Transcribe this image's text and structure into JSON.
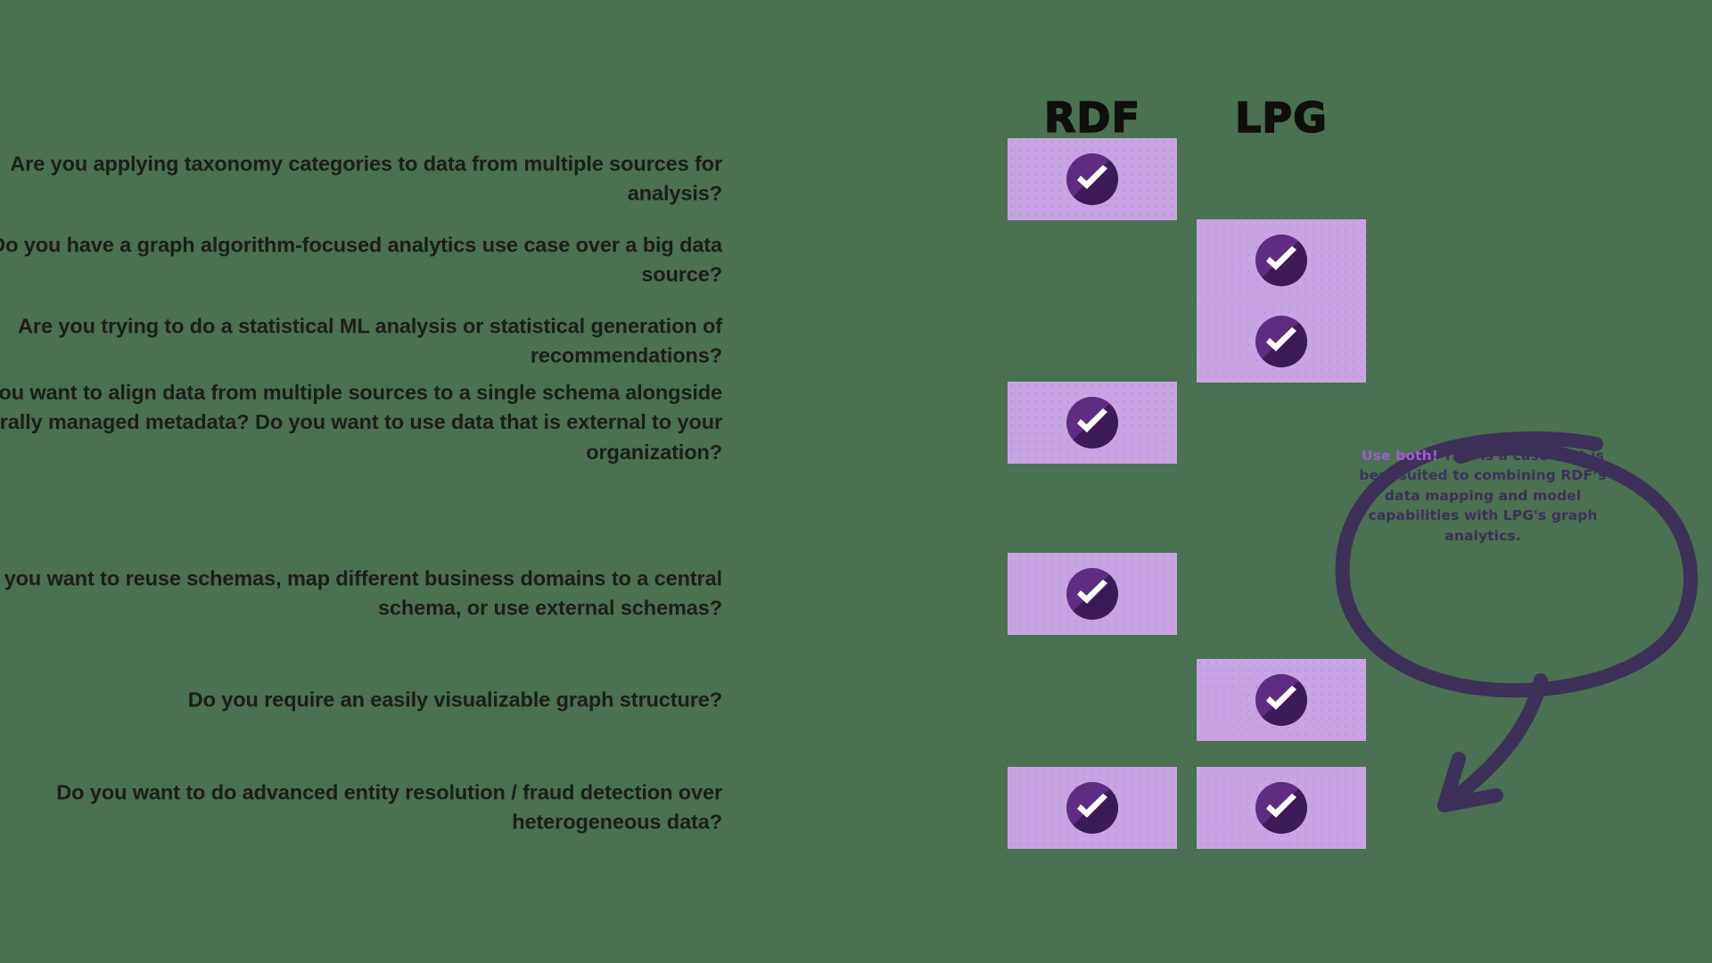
{
  "theme": {
    "background": "#4a7151",
    "cell_fill": "#c8a5e2",
    "check_circle": "#5e2d82",
    "check_mark": "#ffffff",
    "annotation_ink": "#3d3059",
    "annotation_highlight": "#a05ccd",
    "question_text": "#1d1d1b"
  },
  "columns": [
    {
      "id": "rdf",
      "label": "RDF"
    },
    {
      "id": "lpg",
      "label": "LPG"
    }
  ],
  "icons": {
    "check": "check-circle-icon"
  },
  "rows": [
    {
      "question": "Are you applying taxonomy categories to data from multiple sources for analysis?",
      "rdf": true,
      "lpg": false
    },
    {
      "question": "Do you have a graph algorithm-focused analytics use case over a big data source?",
      "rdf": false,
      "lpg": true
    },
    {
      "question": "Are you trying to do a statistical ML analysis or statistical generation of recommendations?",
      "rdf": false,
      "lpg": true
    },
    {
      "question": "Do you want to align data from multiple sources to a single schema alongside centrally managed metadata? Do you want to use data that is external to your organization?",
      "rdf": true,
      "lpg": false
    },
    {
      "question": "Do you want to reuse schemas, map different business domains to a central schema, or use external schemas?",
      "rdf": true,
      "lpg": false
    },
    {
      "question": "Do you require an easily visualizable graph structure?",
      "rdf": false,
      "lpg": true
    },
    {
      "question": "Do you want to do advanced entity resolution / fraud detection over heterogeneous data?",
      "rdf": true,
      "lpg": true
    }
  ],
  "annotation": {
    "highlight": "Use both!",
    "body": " This is a case that is best suited to combining RDF’s data mapping and model capabilities with LPG's graph analytics.",
    "points_to_row": 7
  },
  "chart_data": {
    "type": "table",
    "title": "",
    "categories": [
      "Are you applying taxonomy categories to data from multiple sources for analysis?",
      "Do you have a graph algorithm-focused analytics use case over a big data source?",
      "Are you trying to do a statistical ML analysis or statistical generation of recommendations?",
      "Do you want to align data from multiple sources to a single schema alongside centrally managed metadata? Do you want to use data that is external to your organization?",
      "Do you want to reuse schemas, map different business domains to a central schema, or use external schemas?",
      "Do you require an easily visualizable graph structure?",
      "Do you want to do advanced entity resolution / fraud detection over heterogeneous data?"
    ],
    "series": [
      {
        "name": "RDF",
        "values": [
          1,
          0,
          0,
          1,
          1,
          0,
          1
        ]
      },
      {
        "name": "LPG",
        "values": [
          0,
          1,
          1,
          0,
          0,
          1,
          1
        ]
      }
    ],
    "legend": [
      "RDF",
      "LPG"
    ],
    "grid": false
  }
}
